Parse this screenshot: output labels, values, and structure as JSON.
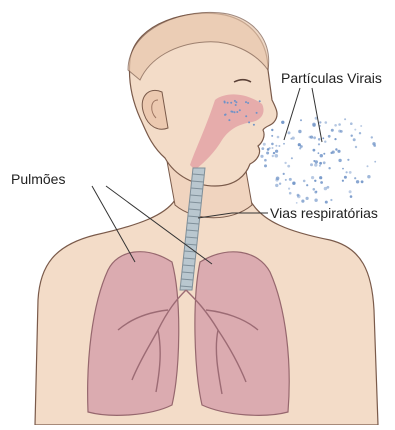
{
  "labels": {
    "particles": "Partículas Virais",
    "airways": "Vias respiratórias",
    "lungs": "Pulmões"
  },
  "icons": {
    "head": "human-head-profile",
    "torso": "human-torso",
    "lungs": "lungs",
    "airway": "trachea-airway",
    "particles": "virus-particles-cloud"
  },
  "colors": {
    "skin": "#f3dcc8",
    "skin_outline": "#7a5a4a",
    "lung": "#d9a7ae",
    "lung_outline": "#8f5e67",
    "trachea": "#b9c7cf",
    "particles": "#6f93c7",
    "airway_red": "#e3a3a6"
  }
}
